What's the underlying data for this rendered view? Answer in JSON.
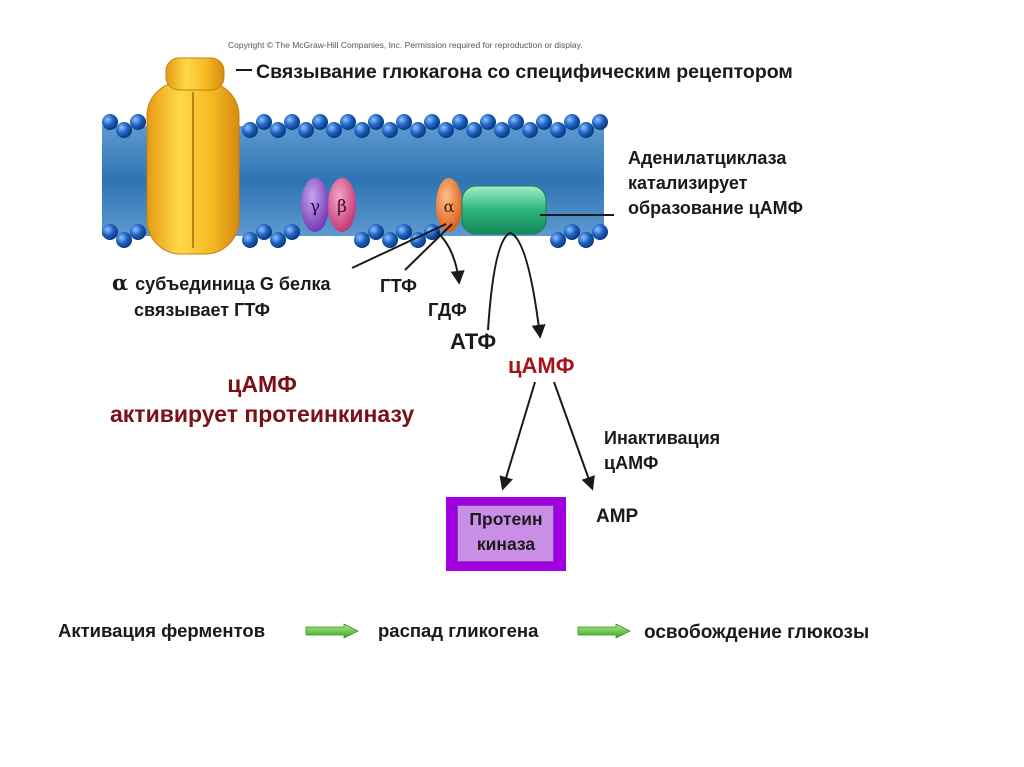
{
  "copyright": "Copyright © The McGraw-Hill Companies, Inc. Permission required for reproduction or display.",
  "title": "Связывание глюкагона со специфическим рецептором",
  "enzyme_label": {
    "line1": "Аденилатциклаза",
    "line2": "катализирует",
    "line3": "образование цАМФ"
  },
  "gprotein_label": {
    "alpha": "α",
    "line1_rest": " субъединица G белка",
    "line2": "связывает ГТФ"
  },
  "subunits": {
    "gamma": "γ",
    "beta": "β",
    "alpha": "α"
  },
  "gtf": "ГТФ",
  "gdf": "ГДФ",
  "atf": "АТФ",
  "camp": "цАМФ",
  "activates": {
    "line1": "цАМФ",
    "line2": "активирует протеинкиназу"
  },
  "inactivation": {
    "line1": "Инактивация",
    "line2": "цАМФ"
  },
  "amp": "AMP",
  "protein_kinase": {
    "line1": "Протеин",
    "line2": "киназа"
  },
  "flow": {
    "step1": "Активация ферментов",
    "step2": "распад гликогена",
    "step3": "освобождение глюкозы"
  },
  "colors": {
    "membrane": "#2b6fa8",
    "lipid_head": "#1f63c4",
    "receptor": "#f2b824",
    "subunit_gamma": "#8c55c8",
    "subunit_beta": "#d84a86",
    "subunit_alpha": "#ee7a2e",
    "adenylate_cyclase": "#2bb57a",
    "camp_text": "#a51419",
    "activates_text": "#7b1115",
    "protein_kinase": "#a100e0",
    "flow_arrow": "#5ec845"
  }
}
